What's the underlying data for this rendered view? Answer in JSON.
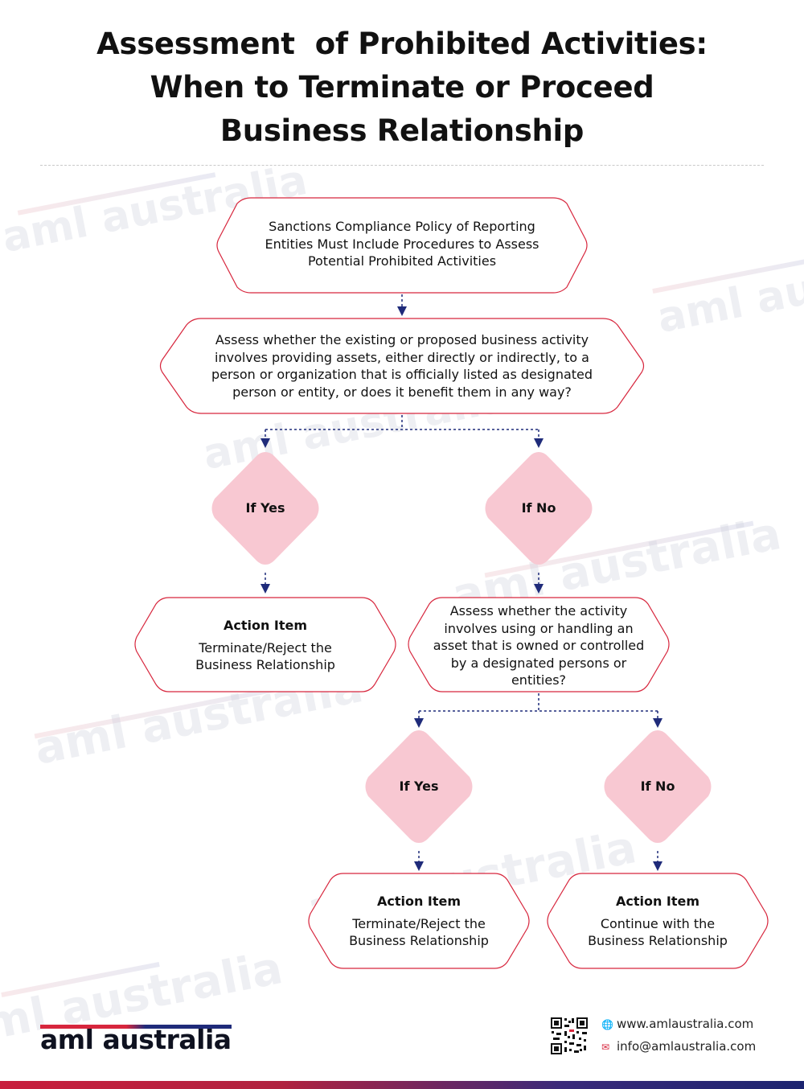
{
  "title": {
    "line1": "Assessment  of Prohibited Activities:",
    "line2": "When to Terminate or Proceed",
    "line3": "Business Relationship"
  },
  "watermark_text": "aml australia",
  "nodes": {
    "policy": {
      "line1": "Sanctions Compliance Policy of Reporting",
      "line2": "Entities Must Include Procedures to Assess",
      "line3": "Potential Prohibited Activities"
    },
    "assess1": {
      "line1": "Assess whether the existing or proposed business activity",
      "line2": "involves providing assets, either directly or indirectly, to a",
      "line3": "person or organization that is officially listed as designated",
      "line4": "person or entity, or does it benefit them in any way?"
    },
    "yes1": {
      "label": "If Yes"
    },
    "no1": {
      "label": "If No"
    },
    "action1": {
      "heading": "Action Item",
      "line1": "Terminate/Reject the",
      "line2": "Business Relationship"
    },
    "assess2": {
      "line1": "Assess whether the activity",
      "line2": "involves using or handling an",
      "line3": "asset that is owned or controlled",
      "line4": "by a designated persons or",
      "line5": "entities?"
    },
    "yes2": {
      "label": "If Yes"
    },
    "no2": {
      "label": "If No"
    },
    "action2": {
      "heading": "Action Item",
      "line1": "Terminate/Reject the",
      "line2": "Business Relationship"
    },
    "action3": {
      "heading": "Action Item",
      "line1": "Continue with the",
      "line2": "Business Relationship"
    }
  },
  "footer": {
    "logo": "aml australia",
    "website": "www.amlaustralia.com",
    "email": "info@amlaustralia.com",
    "website_icon": "globe-icon",
    "email_icon": "envelope-icon"
  },
  "colors": {
    "node_border": "#d7263d",
    "diamond_fill": "#f8c8d2",
    "connector": "#1f2b7a",
    "brand_red": "#d7263d",
    "brand_navy": "#1f2b7a"
  }
}
